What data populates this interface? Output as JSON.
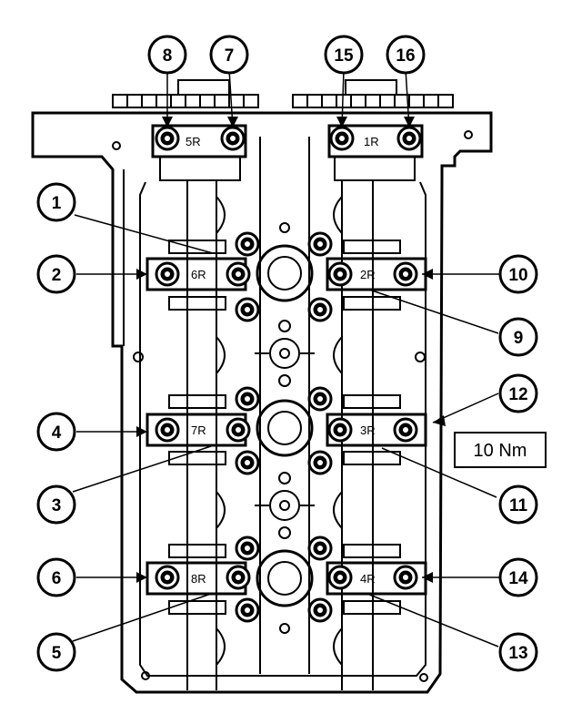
{
  "diagram": {
    "torque_spec": "10 Nm",
    "callouts": [
      {
        "id": "1",
        "label": "1"
      },
      {
        "id": "2",
        "label": "2"
      },
      {
        "id": "3",
        "label": "3"
      },
      {
        "id": "4",
        "label": "4"
      },
      {
        "id": "5",
        "label": "5"
      },
      {
        "id": "6",
        "label": "6"
      },
      {
        "id": "7",
        "label": "7"
      },
      {
        "id": "8",
        "label": "8"
      },
      {
        "id": "9",
        "label": "9"
      },
      {
        "id": "10",
        "label": "10"
      },
      {
        "id": "11",
        "label": "11"
      },
      {
        "id": "12",
        "label": "12"
      },
      {
        "id": "13",
        "label": "13"
      },
      {
        "id": "14",
        "label": "14"
      },
      {
        "id": "15",
        "label": "15"
      },
      {
        "id": "16",
        "label": "16"
      }
    ],
    "caps": [
      {
        "id": "5R",
        "label": "5R"
      },
      {
        "id": "1R",
        "label": "1R"
      },
      {
        "id": "6R",
        "label": "6R"
      },
      {
        "id": "2R",
        "label": "2R"
      },
      {
        "id": "7R",
        "label": "7R"
      },
      {
        "id": "3R",
        "label": "3R"
      },
      {
        "id": "8R",
        "label": "8R"
      },
      {
        "id": "4R",
        "label": "4R"
      }
    ]
  }
}
